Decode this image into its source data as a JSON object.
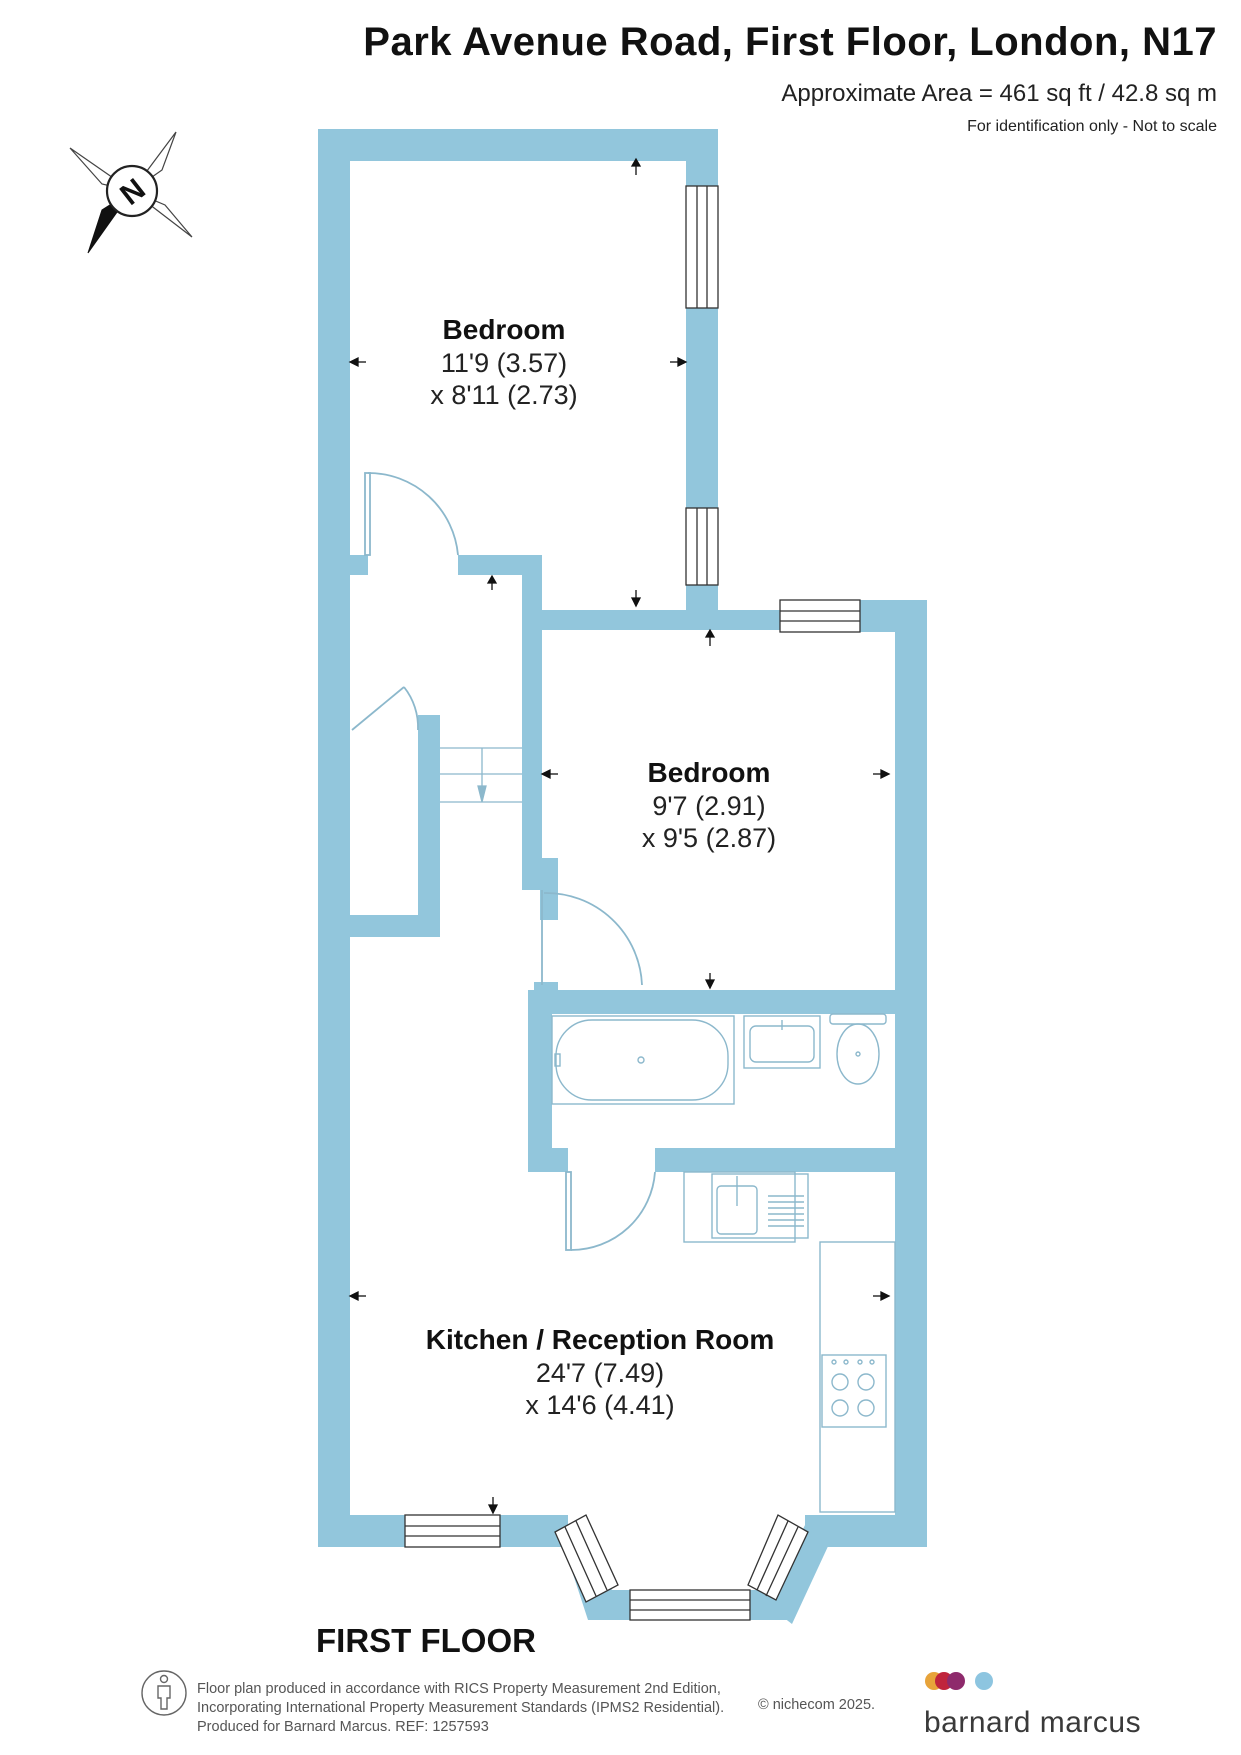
{
  "header": {
    "title": "Park Avenue Road, First Floor, London, N17",
    "area": "Approximate Area = 461 sq ft / 42.8 sq m",
    "note": "For identification only - Not to scale"
  },
  "compass": {
    "letter": "N",
    "icon": "compass-north-icon"
  },
  "rooms": {
    "bedroom_1": {
      "name": "Bedroom",
      "dim1": "11'9 (3.57)",
      "dim2": "x 8'11 (2.73)"
    },
    "bedroom_2": {
      "name": "Bedroom",
      "dim1": "9'7 (2.91)",
      "dim2": "x 9'5 (2.87)"
    },
    "kitchen_reception": {
      "name": "Kitchen / Reception Room",
      "dim1": "24'7 (7.49)",
      "dim2": "x 14'6 (4.41)"
    }
  },
  "floor_label": "FIRST FLOOR",
  "footer": {
    "line1": "Floor plan produced in accordance with RICS Property Measurement 2nd Edition,",
    "line2": "Incorporating International Property Measurement Standards (IPMS2 Residential).",
    "line3": "Produced for Barnard Marcus.   REF:  1257593",
    "copyright": "© nichecom 2025.",
    "brand": "barnard marcus"
  },
  "colors": {
    "wall": "#92c6dc",
    "fixture": "#8cb8cc",
    "brand_dots": [
      "#e7a33a",
      "#c0243c",
      "#8e2a6c",
      "#8dc5e0"
    ]
  }
}
